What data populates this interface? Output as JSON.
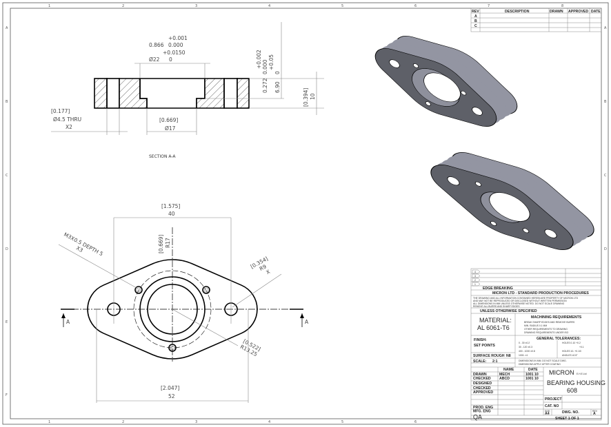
{
  "sheet": {
    "zones_top": [
      "1",
      "2",
      "3",
      "4",
      "5",
      "6",
      "7",
      "8"
    ],
    "zones_left": [
      "A",
      "B",
      "C",
      "D",
      "E",
      "F"
    ]
  },
  "section_view": {
    "label": "SECTION A-A",
    "counterbore": {
      "tol_upper_in": "+0.001",
      "inch": "0.866",
      "tol_lower_in": "0.000",
      "tol_upper_mm": "+0.0150",
      "mm": "Ø22",
      "tol_lower_mm": "0"
    },
    "depth": {
      "tol_upper_in": "+0.002",
      "inch": "0.272",
      "tol_lower_in": "0.000",
      "tol_upper_mm": "+0.05",
      "mm": "6.90",
      "tol_lower_mm": "0"
    },
    "thickness": {
      "inch": "[0.394]",
      "mm": "10"
    },
    "bore": {
      "inch": "[0.669]",
      "mm": "Ø17"
    },
    "through_hole": {
      "inch": "[0.177]",
      "mm": "Ø4.5 THRU",
      "qty": "X2"
    }
  },
  "plan_view": {
    "hole_spacing": {
      "inch": "[1.575]",
      "mm": "40"
    },
    "overall_length": {
      "inch": "[2.047]",
      "mm": "52"
    },
    "center_radius": {
      "inch": "[0.669]",
      "mm": "R17"
    },
    "ear_radius": {
      "inch": "[0.354]",
      "mm": "R9",
      "qty": "X"
    },
    "bolt_circle": {
      "inch": "[0.522]",
      "mm": "R13.25"
    },
    "tapped_holes": {
      "spec": "M3X0.5 DEPTH 5",
      "qty": "X3"
    },
    "section_marker": "A"
  },
  "revision_table": {
    "headers": [
      "REV",
      "DESCRIPTION",
      "DRAWN",
      "APPROVED",
      "DATE"
    ],
    "rows": [
      "A",
      "B",
      "C",
      ""
    ]
  },
  "title_block": {
    "rev_markers": [
      "4",
      "3",
      "2",
      "1"
    ],
    "edge_breaking": "EDGE BREAKING",
    "company_procedures": "MICRON LTD - STANDARD PRODUCTION PROCEDURES",
    "notes": [
      "THE DRAWING AND ALL INFORMATION CONTAINED HEREIN ARE PROPERTY OF MICRON LTD",
      "AND MAY NOT BE REPRODUCED OR DISCLOSED WITHOUT WRITTEN PERMISSION",
      "ALL DIMENSIONS IN MM UNLESS OTHERWISE NOTED. DO NOT SCALE DRAWING",
      "REMOVE ALL BURRS AND SHARP EDGES"
    ],
    "unless_specified": "UNLESS OTHERWISE SPECIFIED",
    "material_label": "MATERIAL:",
    "material": "AL 6061-T6",
    "machining_title": "MACHINING REQUIREMENTS",
    "machining": [
      "BREAK SHARP EDGES AND REMOVE BURRS",
      "MIN. RADIUS 0.1 MM",
      "OTHER REQUIREMENTS TO DRAWING",
      "DRAWING REQUIREMENTS UNDER ISO"
    ],
    "finish_label": "FINISH:",
    "finish": "SET POINTS",
    "general_tol_title": "GENERAL TOLERANCES:",
    "tolerances_left": [
      "0 - 30   ±0.2",
      "30 - 120   ±0.3",
      "400 - 1000  ±0.8",
      "1000-   ±1"
    ],
    "tolerances_right": [
      "HOLES 0-10  +0.2",
      "+0.1",
      "HOLES 10-  +0.1/0",
      "ANGLES  ±0.5°"
    ],
    "surface_rough_label": "SURFACE ROUGH",
    "surface_rough": "N8",
    "scale_label": "SCALE:",
    "scale": "2:1",
    "general_notes": [
      "DIMENSIONS IN MM. DO NOT SCALE DWG.",
      "DIMENSIONS APPLY AFTER COATING"
    ],
    "col_name": "NAME",
    "col_date": "DATE",
    "signoff": [
      {
        "role": "DRAWN",
        "name": "MECH",
        "date": "1001 10"
      },
      {
        "role": "CHECKED",
        "name": "ABCD",
        "date": "1001 10"
      },
      {
        "role": "DESIGNED",
        "name": "",
        "date": ""
      },
      {
        "role": "CHECKED",
        "name": "",
        "date": ""
      },
      {
        "role": "APPROVED",
        "name": "",
        "date": ""
      },
      {
        "role": "",
        "name": "",
        "date": ""
      },
      {
        "role": "PROD. ENG",
        "name": "",
        "date": ""
      },
      {
        "role": "MFG. ENG",
        "name": "",
        "date": ""
      },
      {
        "role": "QA",
        "name": "",
        "date": ""
      }
    ],
    "company": "MICRON",
    "company_suffix": "E.H.E.Ltd",
    "part_title": "BEARING HOUSING",
    "part_number": "608",
    "project_label": "PROJECT",
    "cat_no_label": "CAT. NO",
    "size_label": "SIZE",
    "size": "A4",
    "dwg_no_label": "DWG. NO.",
    "rev_label": "REV",
    "rev": "A",
    "sheet": "SHEET 1 OF 1"
  },
  "colors": {
    "face": "#5e6068",
    "side": "#9395a2",
    "lines": "#000000",
    "dimensions": "#888888"
  }
}
